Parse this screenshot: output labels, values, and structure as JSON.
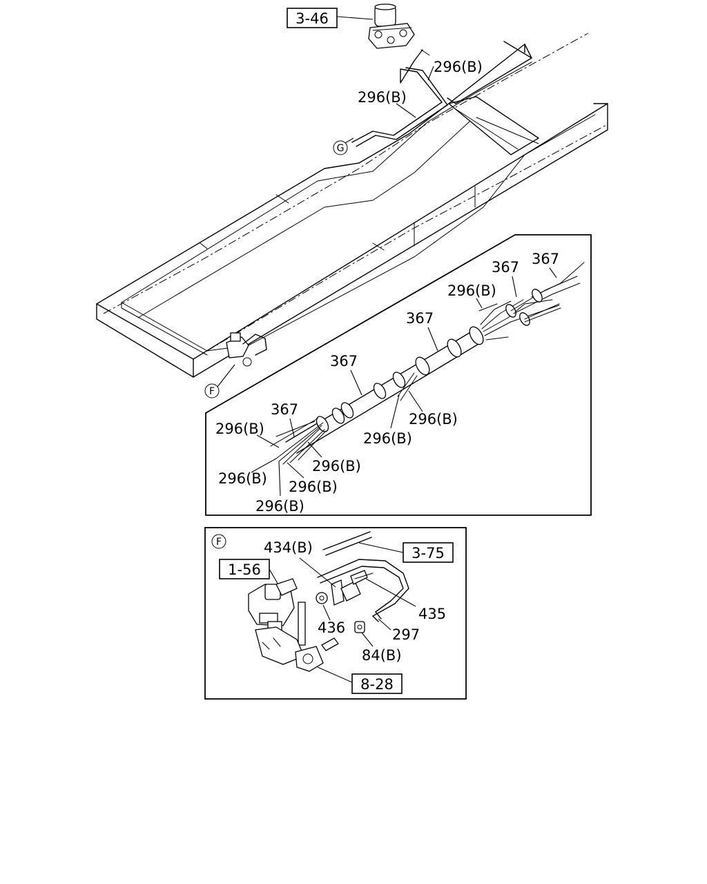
{
  "ref_boxes": {
    "ref_3_46": "3-46",
    "ref_1_56": "1-56",
    "ref_3_75": "3-75",
    "ref_8_28": "8-28"
  },
  "view_markers": {
    "g": "G",
    "f": "F",
    "f_detail": "F"
  },
  "main_view": {
    "pipe_upper_1": "296(B)",
    "pipe_upper_2": "296(B)"
  },
  "harness_detail": {
    "clip_1": "367",
    "clip_2": "367",
    "clip_3": "367",
    "clip_4": "367",
    "clip_5": "367",
    "pipe_a": "296(B)",
    "pipe_b": "296(B)",
    "pipe_c": "296(B)",
    "pipe_d": "296(B)",
    "pipe_e": "296(B)",
    "pipe_f": "296(B)",
    "pipe_g": "296(B)",
    "pipe_h": "296(B)"
  },
  "f_detail": {
    "bracket": "434(B)",
    "bolt": "435",
    "nut": "436",
    "hose": "297",
    "union": "84(B)"
  }
}
